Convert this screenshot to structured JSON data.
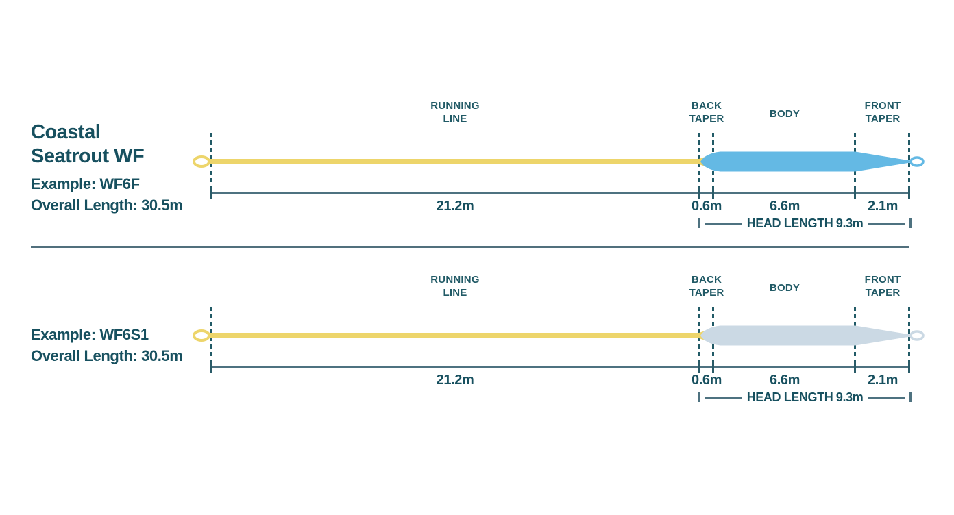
{
  "colors": {
    "text_teal": "#17505F",
    "label_teal": "#215A66",
    "rule_slate": "#4E7280",
    "line_yellow": "#EDD56B",
    "body_blue": "#64B9E4",
    "body_gray": "#CBD9E4"
  },
  "diagrams": [
    {
      "title_line_1": "Coastal",
      "title_line_2": "Seatrout WF",
      "example": "Example: WF6F",
      "overall_length": "Overall Length: 30.5m",
      "section_labels": {
        "running_line_1": "RUNNING",
        "running_line_2": "LINE",
        "back_taper_1": "BACK",
        "back_taper_2": "TAPER",
        "body": "BODY",
        "front_taper_1": "FRONT",
        "front_taper_2": "TAPER"
      },
      "measurements": {
        "running_line": "21.2m",
        "back_taper": "0.6m",
        "body": "6.6m",
        "front_taper": "2.1m",
        "head_length": "HEAD LENGTH 9.3m"
      }
    },
    {
      "example": "Example: WF6S1",
      "overall_length": "Overall Length: 30.5m",
      "section_labels": {
        "running_line_1": "RUNNING",
        "running_line_2": "LINE",
        "back_taper_1": "BACK",
        "back_taper_2": "TAPER",
        "body": "BODY",
        "front_taper_1": "FRONT",
        "front_taper_2": "TAPER"
      },
      "measurements": {
        "running_line": "21.2m",
        "back_taper": "0.6m",
        "body": "6.6m",
        "front_taper": "2.1m",
        "head_length": "HEAD LENGTH 9.3m"
      }
    }
  ]
}
